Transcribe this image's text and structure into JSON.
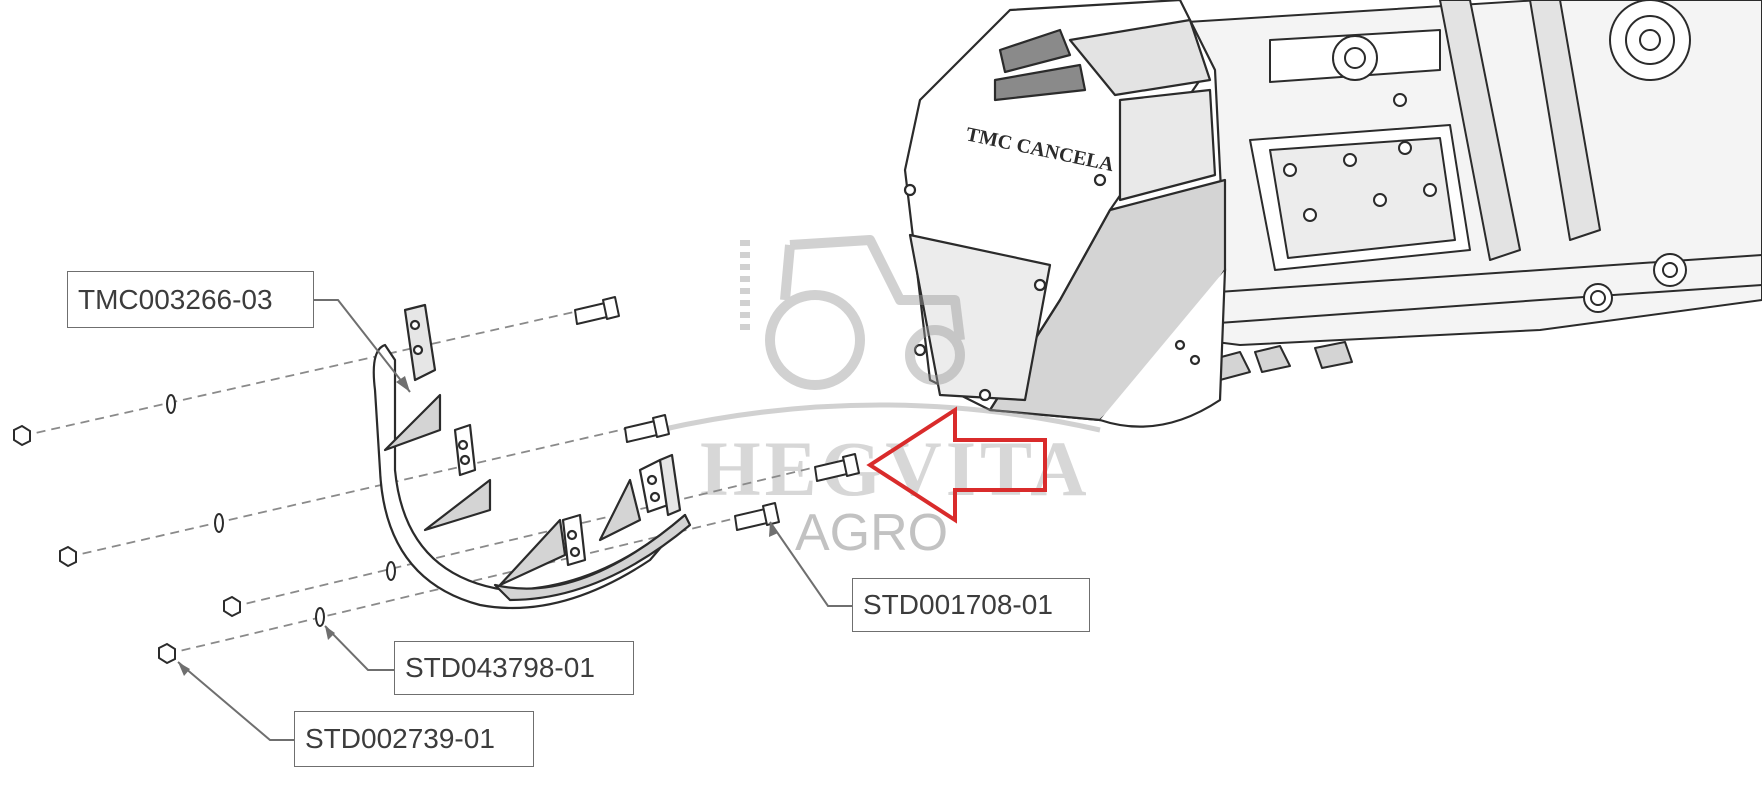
{
  "diagram": {
    "callouts": [
      {
        "id": "frame",
        "label": "TMC003266-03"
      },
      {
        "id": "bolt",
        "label": "STD001708-01"
      },
      {
        "id": "washer",
        "label": "STD043798-01"
      },
      {
        "id": "nut",
        "label": "STD002739-01"
      }
    ],
    "machine_brand": "TMC CANCELA",
    "watermark": {
      "line1": "HEGVITA",
      "line2": "AGRO"
    },
    "colors": {
      "line": "#2b2b2b",
      "leader": "#6f6f6f",
      "dash": "#8a8a8a",
      "shade": "#d4d4d4",
      "highlight_arrow": "#d92b2b",
      "watermark": "#9a9a9a"
    }
  }
}
